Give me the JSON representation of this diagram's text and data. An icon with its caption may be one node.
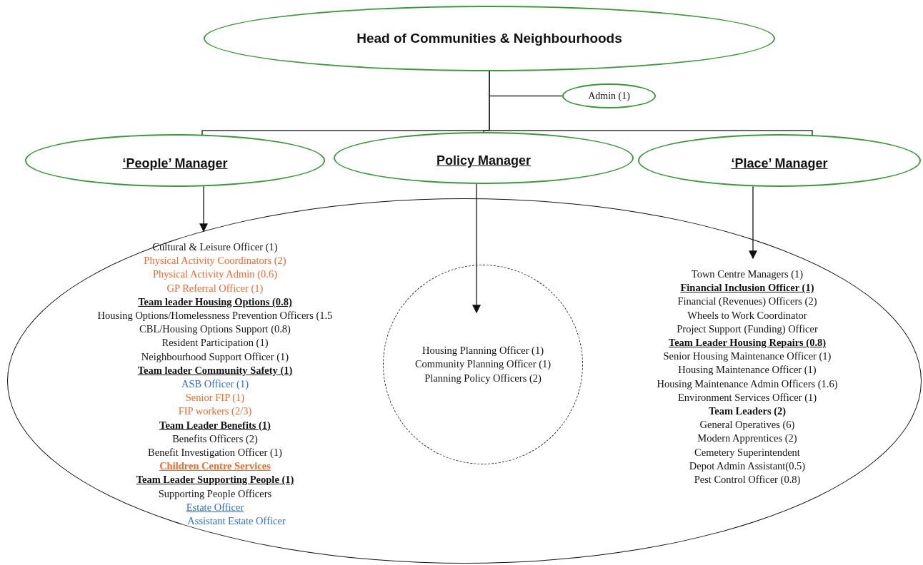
{
  "diagram": {
    "nodes": [
      {
        "text": [
          "Head of Communities & Neighbourhoods"
        ]
      },
      {
        "text": [
          "Admin (1)"
        ]
      },
      {
        "text": [
          "‘People’ Manager"
        ]
      },
      {
        "text": [
          "Policy Manager"
        ]
      },
      {
        "text": [
          "‘Place’ Manager"
        ]
      },
      {
        "text": [],
        "shape": "ellipse"
      },
      {
        "text": [
          "Cultural & Leisure Officer (1)",
          "Physical Activity Coordinators (2)",
          "Physical Activity Admin (0.6)",
          "GP Referral Officer (1)",
          "Team leader Housing Options (0.8)",
          "Housing Options/Homelessness Prevention Officers (1.5",
          "CBL/Housing Options Support (0.8)",
          "Resident Participation (1)",
          "Neighbourhood Support Officer (1)",
          "Team leader Community Safety (1)",
          "ASB Officer (1)",
          "Senior FIP (1)",
          "FIP workers (2/3)",
          "Team Leader Benefits (1)",
          "Benefits Officers (2)",
          "Benefit Investigation Officer (1)",
          "Children Centre Services",
          "Team Leader Supporting People (1)",
          "Supporting People Officers",
          "Estate Officer",
          "Assistant Estate Officer"
        ],
        "in": 5
      },
      {
        "text": [
          "Housing Planning Officer (1)",
          "Community Planning Officer (1)",
          "Planning Policy Officers (2)"
        ],
        "in": 5
      },
      {
        "text": [
          "Town Centre Managers (1)",
          "Financial Inclusion Officer (1)",
          "Financial (Revenues) Officers (2)",
          "Wheels to Work Coordinator",
          "Project Support (Funding) Officer",
          "Team Leader Housing Repairs (0.8)",
          "Senior Housing Maintenance Officer (1)",
          "Housing Maintenance Officer (1)",
          "Housing Maintenance Admin Officers (1.6)",
          "Environment Services Officer   (1)",
          "Team Leaders (2)",
          "General Operatives (6)",
          "Modern Apprentices (2)",
          "Cemetery Superintendent",
          "Depot Admin Assistant(0.5)",
          "Pest Control Officer (0.8)"
        ],
        "in": 5
      }
    ],
    "edges": [
      {
        "from": 0,
        "to": 1,
        "arrow": "none"
      },
      {
        "from": 0,
        "to": 2,
        "arrow": "none"
      },
      {
        "from": 0,
        "to": 3,
        "arrow": "none"
      },
      {
        "from": 0,
        "to": 4,
        "arrow": "none"
      },
      {
        "from": 2,
        "to": 6,
        "arrow": "to"
      },
      {
        "from": 3,
        "to": 7,
        "arrow": "to"
      },
      {
        "from": 4,
        "to": 8,
        "arrow": "to"
      }
    ]
  }
}
